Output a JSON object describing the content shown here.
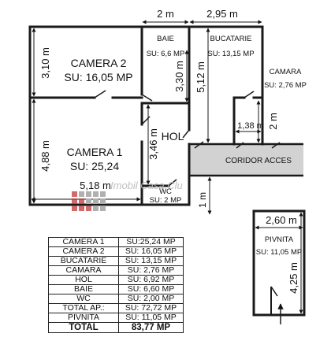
{
  "dimensions": {
    "baie_width": "2 m",
    "bucatarie_width": "2,95 m",
    "camera2_height": "3,10 m",
    "baie_height": "3,30 m",
    "bucatarie_height": "5,12 m",
    "camera1_height": "4,88 m",
    "camera1_width": "5,18 m",
    "hol_height": "3,46 m",
    "camara_width": "1,38 m",
    "camara_height": "2 m",
    "wc_height": "1 m",
    "pivnita_width": "2,60 m",
    "pivnita_height": "4,25 m"
  },
  "rooms": {
    "camera2": {
      "name": "CAMERA 2",
      "area": "SU: 16,05 MP"
    },
    "camera1": {
      "name": "CAMERA 1",
      "area": "SU: 25,24"
    },
    "baie": {
      "name": "BAIE",
      "area": "SU: 6,6 MP"
    },
    "bucatarie": {
      "name": "BUCATARIE",
      "area": "SU: 13,15 MP"
    },
    "camara": {
      "name": "CAMARA",
      "area": "SU: 2,76 MP"
    },
    "hol": {
      "name": "HOL"
    },
    "wc": {
      "name": "WC",
      "area": "SU: 2 MP"
    },
    "pivnita": {
      "name": "PIVNITA",
      "area": "SU: 11,05 MP"
    }
  },
  "corridor_label": "CORIDOR ACCES",
  "watermark": "Imobil Casa Clu",
  "area_table": [
    {
      "name": "CAMERA 1",
      "value": "SU:25,24 MP"
    },
    {
      "name": "CAMERA 2",
      "value": "SU: 16,05 MP"
    },
    {
      "name": "BUCATARIE",
      "value": "SU: 13,15 MP"
    },
    {
      "name": "CAMARA",
      "value": "SU: 2,76 MP"
    },
    {
      "name": "HOL",
      "value": "SU: 6,92 MP"
    },
    {
      "name": "BAIE",
      "value": "SU: 6,60 MP"
    },
    {
      "name": "WC",
      "value": "SU: 2,00 MP"
    },
    {
      "name": "TOTAL AP.:",
      "value": "SU: 72,72 MP"
    },
    {
      "name": "PIVNITA",
      "value": "SU: 11,05 MP"
    }
  ],
  "area_total": {
    "name": "TOTAL",
    "value": "83,77 MP"
  },
  "colors": {
    "wall": "#1a1a1a",
    "corridor_fill": "#d2d2d2",
    "watermark_red": "#c23a3a"
  }
}
